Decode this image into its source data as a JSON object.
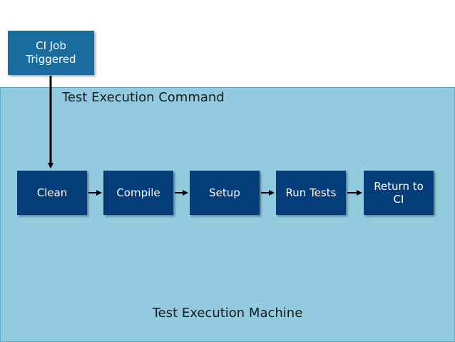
{
  "trigger": {
    "line1": "CI Job",
    "line2": "Triggered"
  },
  "command_label": "Test Execution Command",
  "machine_label": "Test Execution Machine",
  "steps": [
    {
      "line1": "Clean",
      "line2": ""
    },
    {
      "line1": "Compile",
      "line2": ""
    },
    {
      "line1": "Setup",
      "line2": ""
    },
    {
      "line1": "Run Tests",
      "line2": ""
    },
    {
      "line1": "Return to",
      "line2": "CI"
    }
  ],
  "colors": {
    "machine_background": "#92cadf",
    "trigger_box": "#1a6c9e",
    "step_box": "#053d7b",
    "arrow": "#000000"
  }
}
